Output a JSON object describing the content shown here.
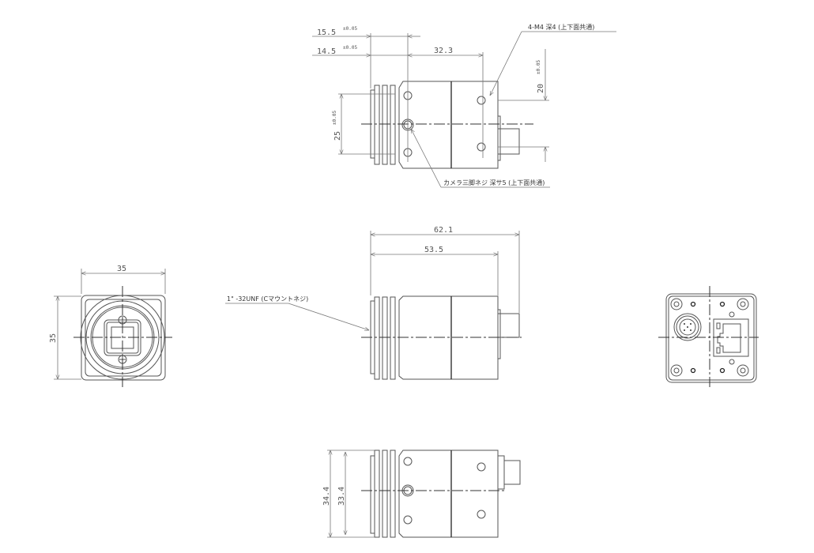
{
  "top_view": {
    "dim_15_5": "15.5",
    "tol_15_5": "±0.05",
    "dim_14_5": "14.5",
    "tol_14_5": "±0.05",
    "dim_32_3": "32.3",
    "dim_20": "20",
    "tol_20": "±0.05",
    "dim_25": "25",
    "tol_25": "±0.05",
    "note_m4": "4-M4  深4 (上下面共通)",
    "note_tripod": "カメラ三脚ネジ  深サ5 (上下面共通)"
  },
  "front_view": {
    "dim_width": "35",
    "dim_height": "35"
  },
  "side_view": {
    "dim_62_1": "62.1",
    "dim_53_5": "53.5",
    "note_mount": "1\" -32UNF (Cマウントネジ)"
  },
  "bottom_view": {
    "dim_34_4": "34.4",
    "dim_33_4": "33.4"
  }
}
